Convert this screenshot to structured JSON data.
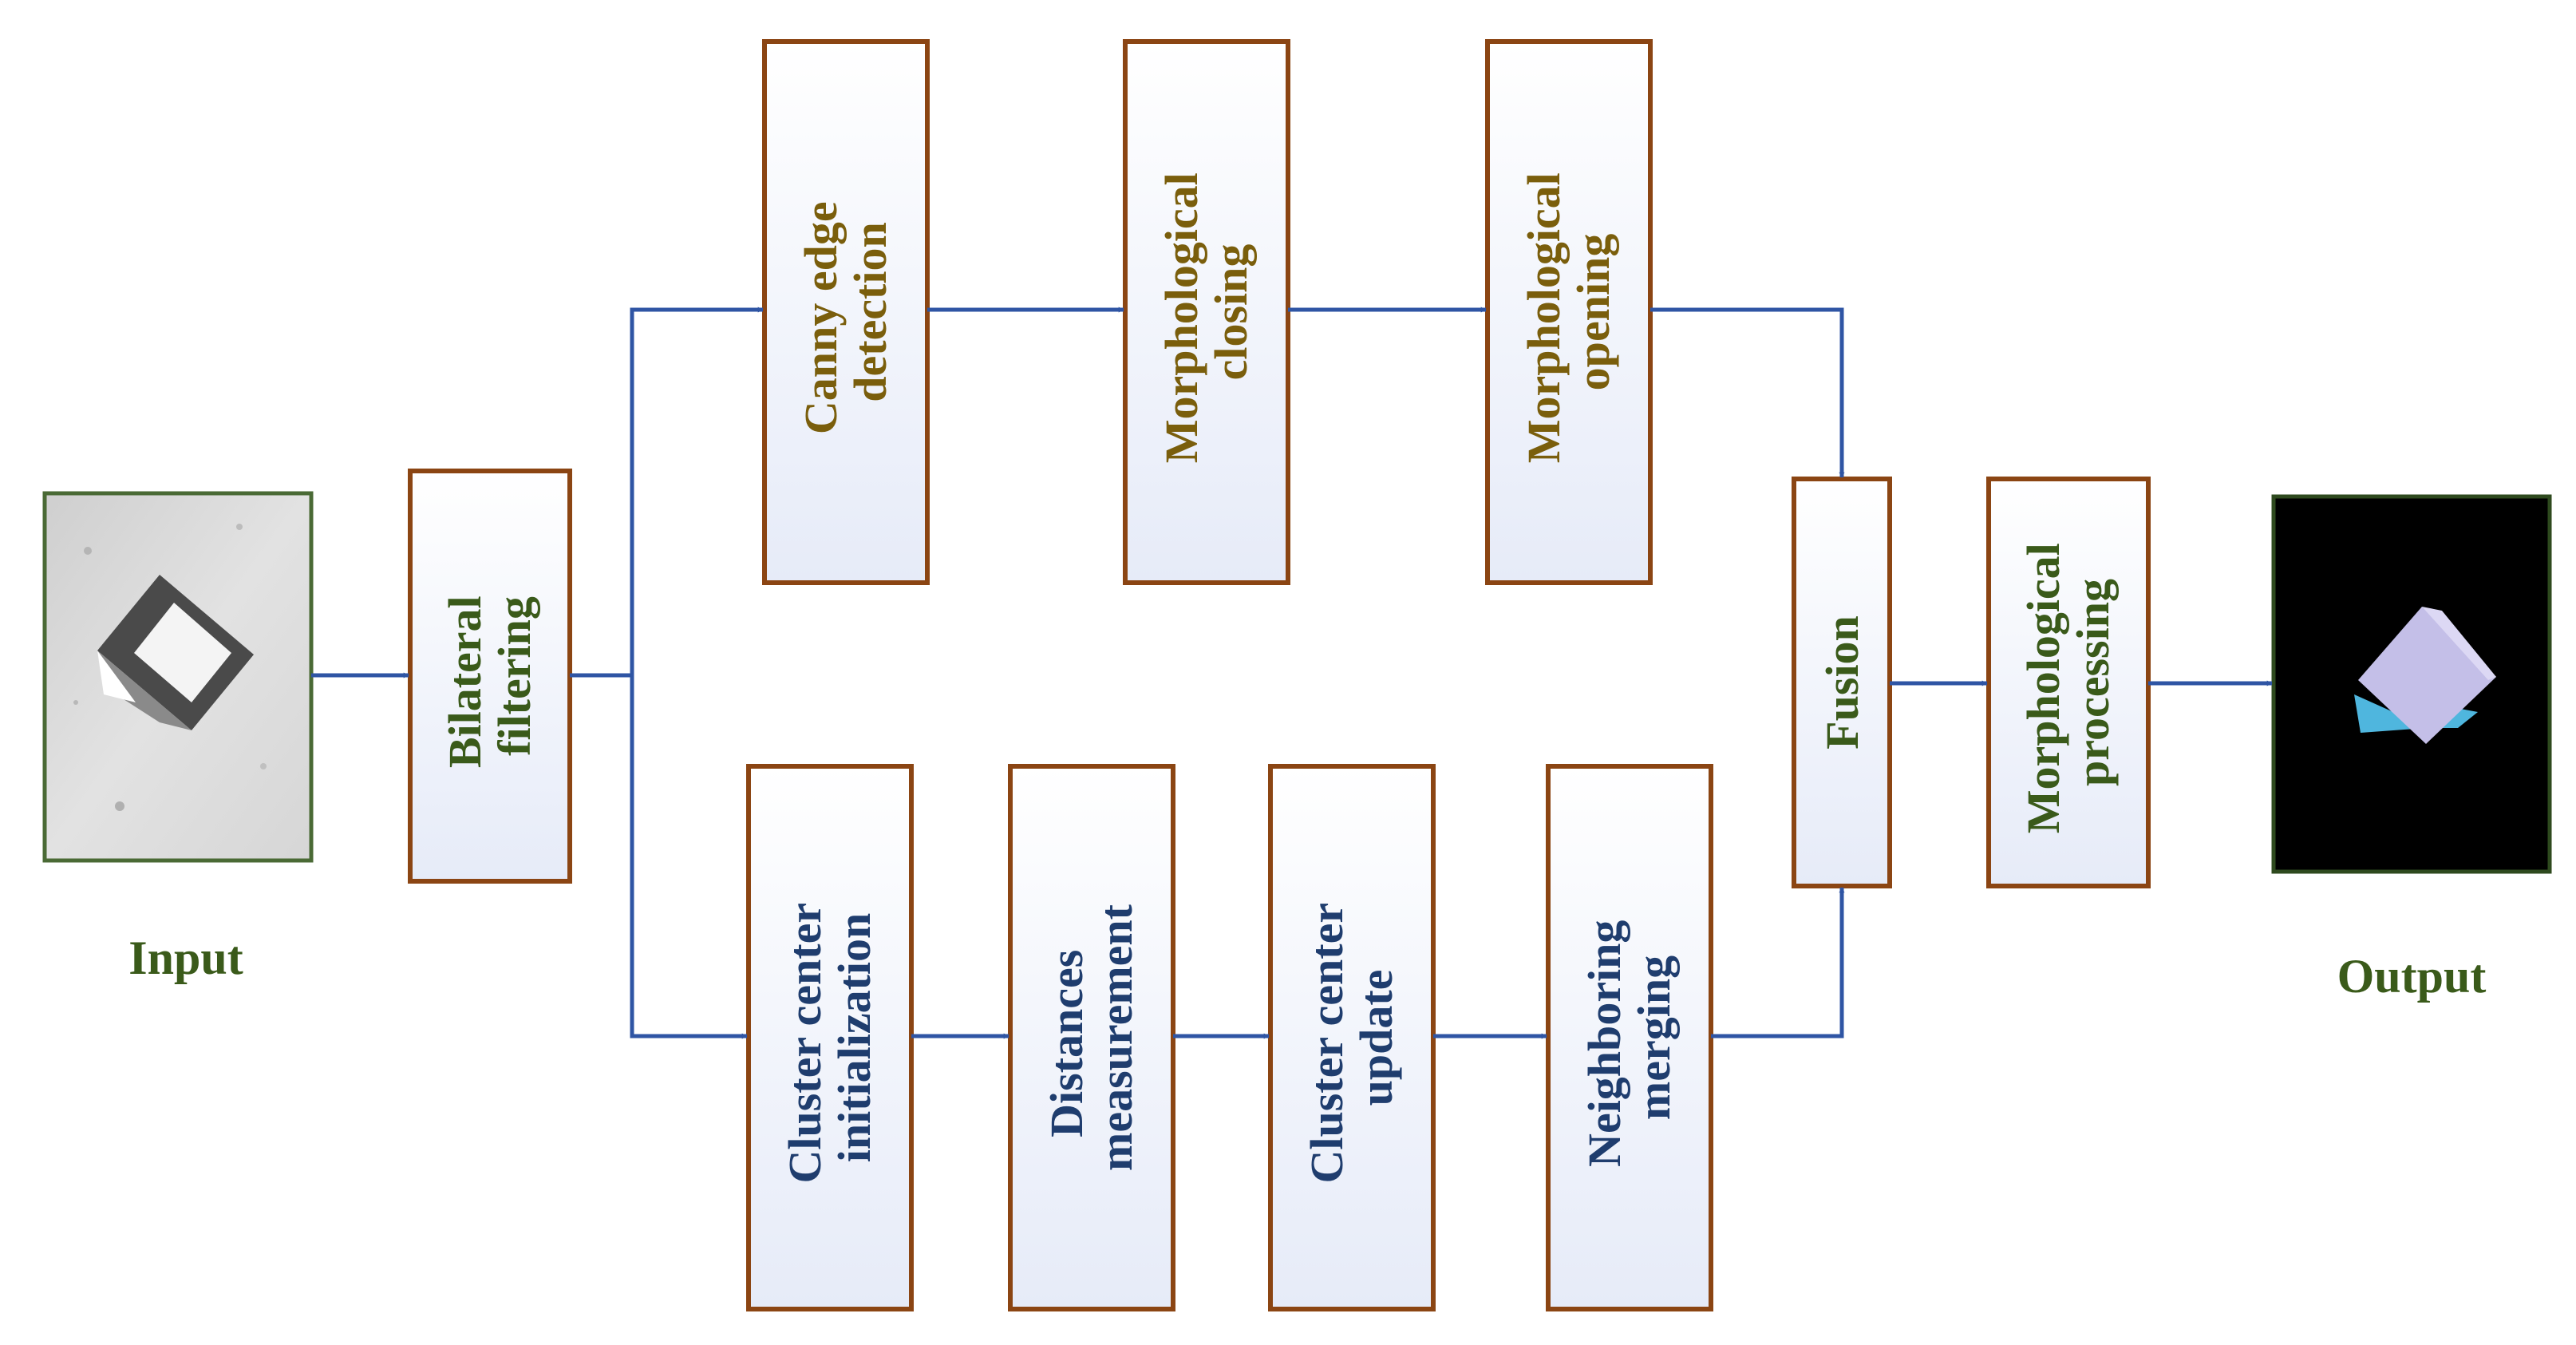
{
  "input": {
    "label": "Input"
  },
  "output": {
    "label": "Output"
  },
  "stages": {
    "bilateral": {
      "lines": [
        "Bilateral",
        "filtering"
      ]
    },
    "canny": {
      "lines": [
        "Canny edge",
        "detection"
      ]
    },
    "closing": {
      "lines": [
        "Morphological",
        "closing"
      ]
    },
    "opening": {
      "lines": [
        "Morphological",
        "opening"
      ]
    },
    "cluster_init": {
      "lines": [
        "Cluster center",
        "initialization"
      ]
    },
    "distances": {
      "lines": [
        "Distances",
        "measurement"
      ]
    },
    "cluster_update": {
      "lines": [
        "Cluster center",
        "update"
      ]
    },
    "neighboring": {
      "lines": [
        "Neighboring",
        "merging"
      ]
    },
    "fusion": {
      "lines": [
        "Fusion"
      ]
    },
    "morph_processing": {
      "lines": [
        "Morphological",
        "processing"
      ]
    }
  },
  "colors": {
    "box_border": "#8B4513",
    "box_fill_top": "#ffffff",
    "box_fill_bottom": "#e6ebf8",
    "arrow": "#2F55A4",
    "text_green": "#3A5A1A",
    "text_olive": "#7A5E0C",
    "text_blue": "#1F3D6E",
    "input_border": "#4A6A35",
    "output_border": "#2E4A1E",
    "output_background": "#000000",
    "crystal_lavender": "#C4BFE8",
    "crystal_cyan": "#4FB6DE"
  }
}
